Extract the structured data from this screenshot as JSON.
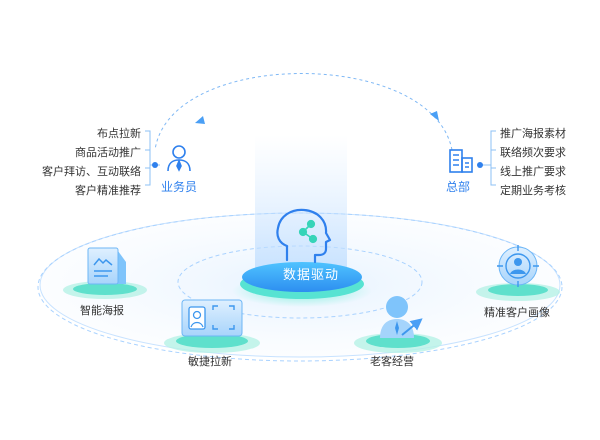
{
  "center": {
    "label": "数据驱动"
  },
  "salesman": {
    "label": "业务员",
    "items": [
      "布点拉新",
      "商品活动推广",
      "客户拜访、互动联络",
      "客户精准推荐"
    ]
  },
  "hq": {
    "label": "总部",
    "items": [
      "推广海报素材",
      "联络频次要求",
      "线上推广要求",
      "定期业务考核"
    ]
  },
  "features": {
    "poster": "智能海报",
    "new_customer": "敏捷拉新",
    "old_customer": "老客经营",
    "portrait": "精准客户画像"
  },
  "colors": {
    "accent": "#2f80ed",
    "teal": "#3ed6c0",
    "ring": "#bfe1ff"
  }
}
